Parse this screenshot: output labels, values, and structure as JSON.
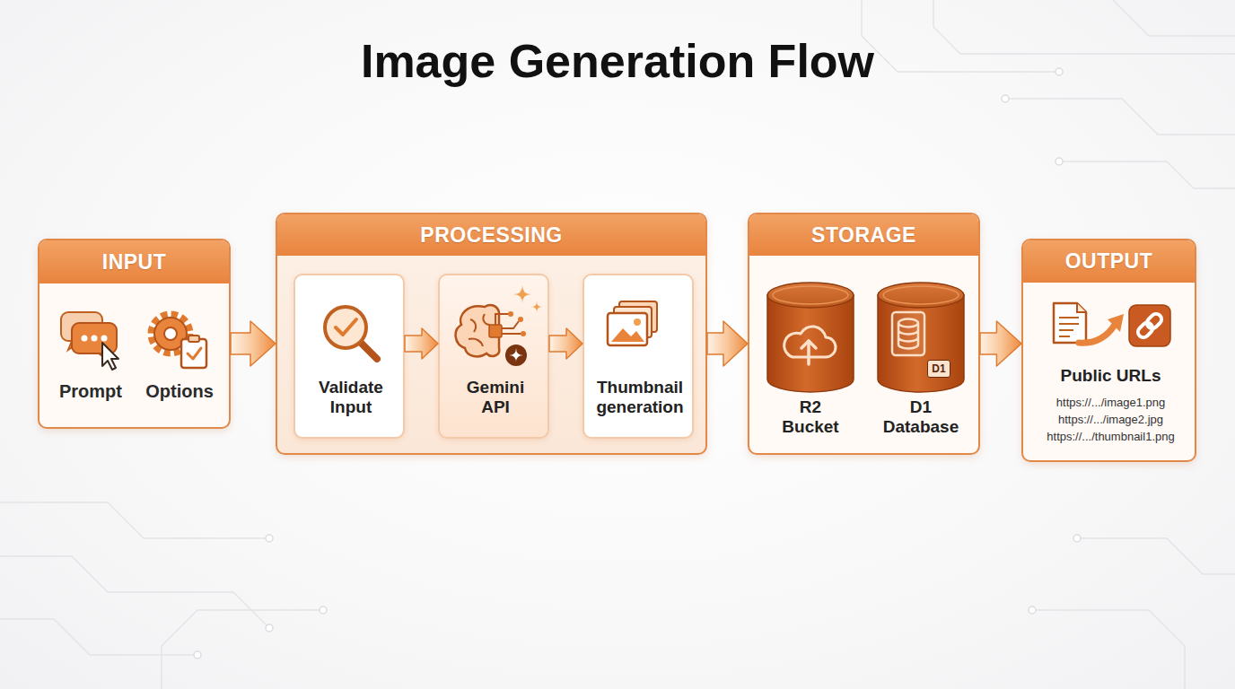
{
  "diagram": {
    "title": "Image Generation Flow",
    "nodes": [
      {
        "text": [
          "INPUT",
          "Prompt",
          "Options"
        ]
      },
      {
        "text": [
          "PROCESSING"
        ]
      },
      {
        "text": [
          "Validate Input"
        ],
        "in": 1
      },
      {
        "text": [
          "Gemini API"
        ],
        "in": 1
      },
      {
        "text": [
          "Thumbnail generation"
        ],
        "in": 1
      },
      {
        "text": [
          "STORAGE"
        ]
      },
      {
        "text": [
          "R2 Bucket"
        ],
        "in": 5
      },
      {
        "text": [
          "D1",
          "D1 Database"
        ],
        "in": 5
      },
      {
        "text": [
          "OUTPUT",
          "Public URLs",
          "https://.../image1.png",
          "https://.../image2.jpg",
          "https://.../thumbnail1.png"
        ]
      }
    ],
    "edges": [
      {
        "from": 0,
        "to": 1,
        "arrow": "to"
      },
      {
        "from": 2,
        "to": 3,
        "arrow": "to"
      },
      {
        "from": 3,
        "to": 4,
        "arrow": "to"
      },
      {
        "from": 1,
        "to": 5,
        "arrow": "to"
      },
      {
        "from": 5,
        "to": 8,
        "arrow": "to"
      }
    ]
  }
}
